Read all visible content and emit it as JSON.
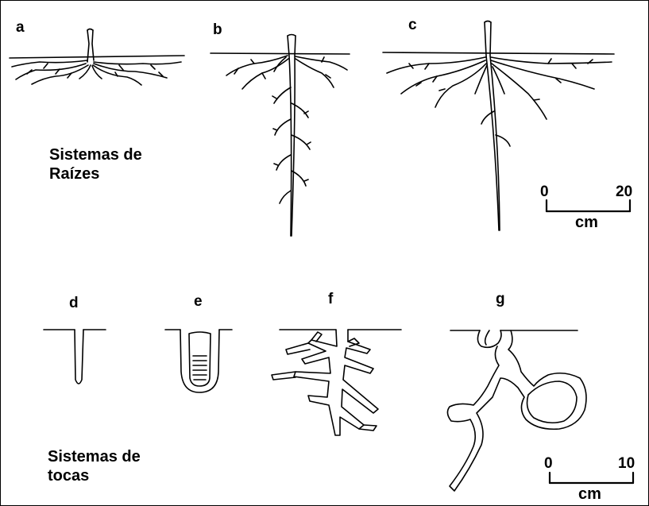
{
  "panels": {
    "a": "a",
    "b": "b",
    "c": "c",
    "d": "d",
    "e": "e",
    "f": "f",
    "g": "g"
  },
  "root_section": {
    "caption_line1": "Sistemas de",
    "caption_line2": "Raízes",
    "scale": {
      "start": "0",
      "end": "20",
      "unit": "cm"
    }
  },
  "burrow_section": {
    "caption_line1": "Sistemas de",
    "caption_line2": "tocas",
    "scale": {
      "start": "0",
      "end": "10",
      "unit": "cm"
    }
  },
  "colors": {
    "ink": "#000000",
    "background": "#ffffff"
  }
}
